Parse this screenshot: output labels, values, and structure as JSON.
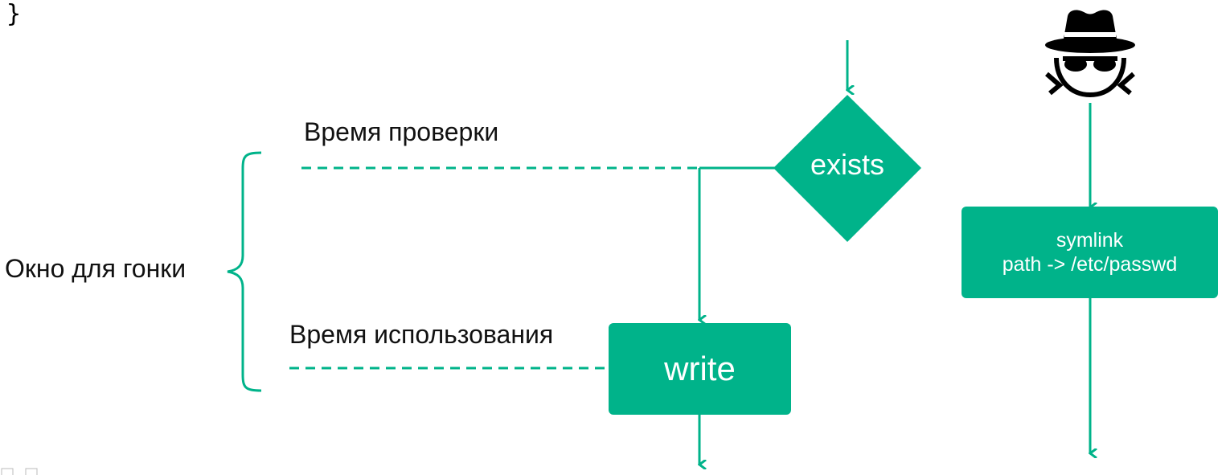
{
  "code_fragment": "}",
  "labels": {
    "check_time": "Время проверки",
    "use_time": "Время использования",
    "race_window": "Окно для гонки"
  },
  "nodes": {
    "exists": "exists",
    "write": "write",
    "symlink_line1": "symlink",
    "symlink_line2": "path -> /etc/passwd"
  },
  "icons": {
    "attacker": "spy-hat-sunglasses-icon"
  },
  "colors": {
    "accent": "#00b38a",
    "text": "#111111",
    "background": "#ffffff"
  }
}
